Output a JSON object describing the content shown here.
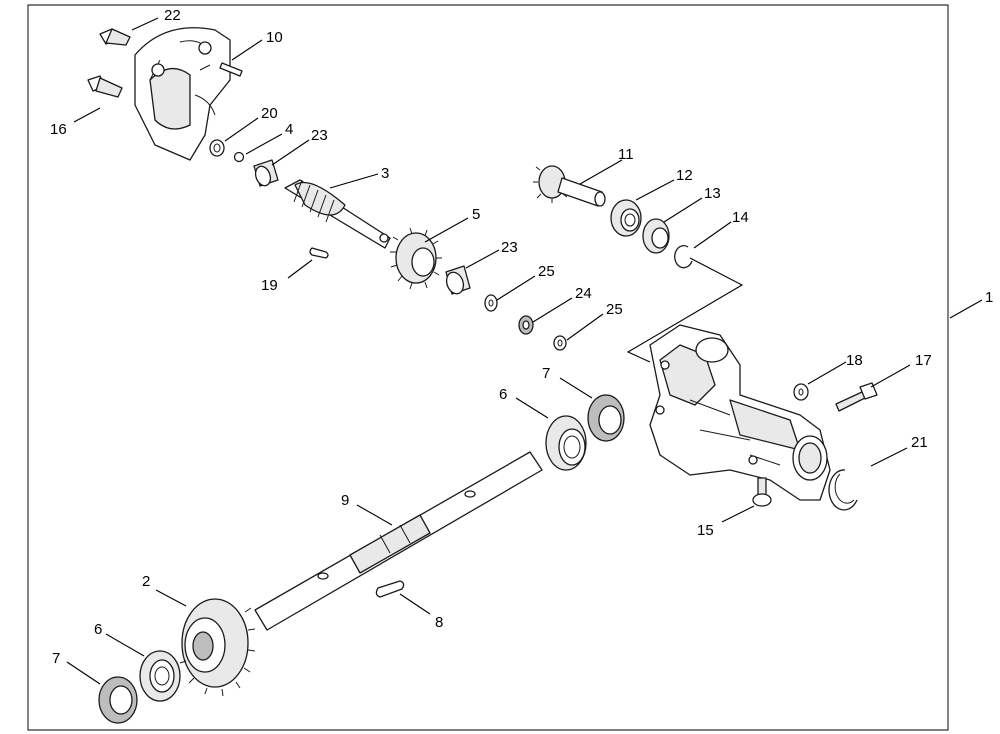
{
  "callouts": [
    {
      "id": "c22",
      "label": "22"
    },
    {
      "id": "c10",
      "label": "10"
    },
    {
      "id": "c16",
      "label": "16"
    },
    {
      "id": "c20",
      "label": "20"
    },
    {
      "id": "c4",
      "label": "4"
    },
    {
      "id": "c23a",
      "label": "23"
    },
    {
      "id": "c3",
      "label": "3"
    },
    {
      "id": "c19",
      "label": "19"
    },
    {
      "id": "c5",
      "label": "5"
    },
    {
      "id": "c23b",
      "label": "23"
    },
    {
      "id": "c25a",
      "label": "25"
    },
    {
      "id": "c24",
      "label": "24"
    },
    {
      "id": "c25b",
      "label": "25"
    },
    {
      "id": "c11",
      "label": "11"
    },
    {
      "id": "c12",
      "label": "12"
    },
    {
      "id": "c13",
      "label": "13"
    },
    {
      "id": "c14",
      "label": "14"
    },
    {
      "id": "c1",
      "label": "1"
    },
    {
      "id": "c18",
      "label": "18"
    },
    {
      "id": "c17",
      "label": "17"
    },
    {
      "id": "c21",
      "label": "21"
    },
    {
      "id": "c15",
      "label": "15"
    },
    {
      "id": "c7a",
      "label": "7"
    },
    {
      "id": "c6a",
      "label": "6"
    },
    {
      "id": "c9",
      "label": "9"
    },
    {
      "id": "c2",
      "label": "2"
    },
    {
      "id": "c6b",
      "label": "6"
    },
    {
      "id": "c7b",
      "label": "7"
    },
    {
      "id": "c8",
      "label": "8"
    }
  ]
}
